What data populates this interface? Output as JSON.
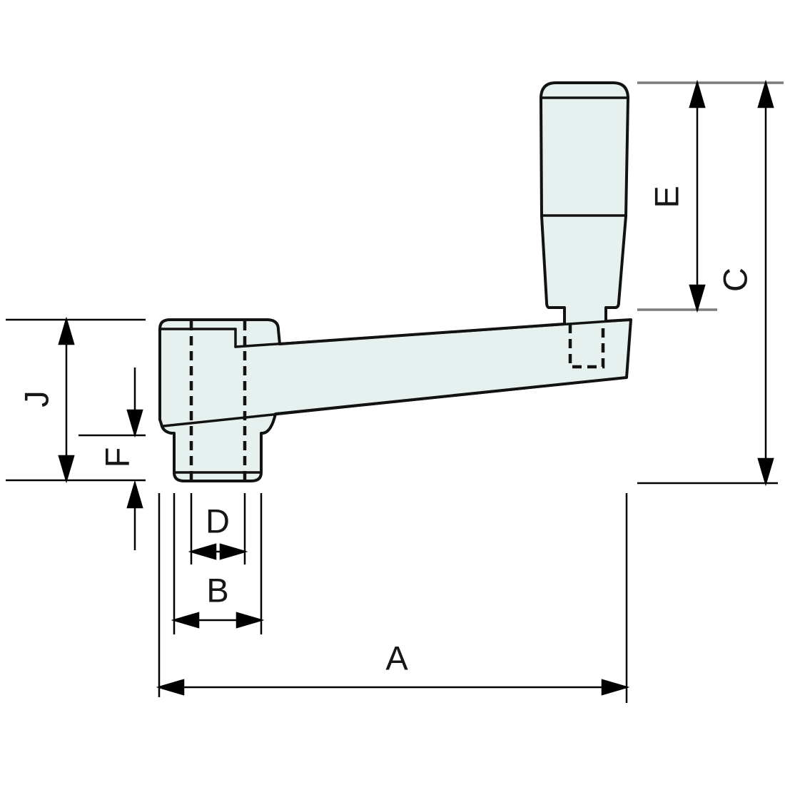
{
  "drawing": {
    "kind": "technical-dimension-drawing",
    "view": "crank-handle-side-view",
    "dimension_labels": {
      "a": "A",
      "b": "B",
      "c": "C",
      "d": "D",
      "e": "E",
      "f": "F",
      "j": "J"
    },
    "colors": {
      "background": "#ffffff",
      "part_fill": "#e6f1ef",
      "part_outline": "#121212",
      "dimension_lines": "#000000",
      "extension_gray": "#7b7b7b"
    }
  }
}
